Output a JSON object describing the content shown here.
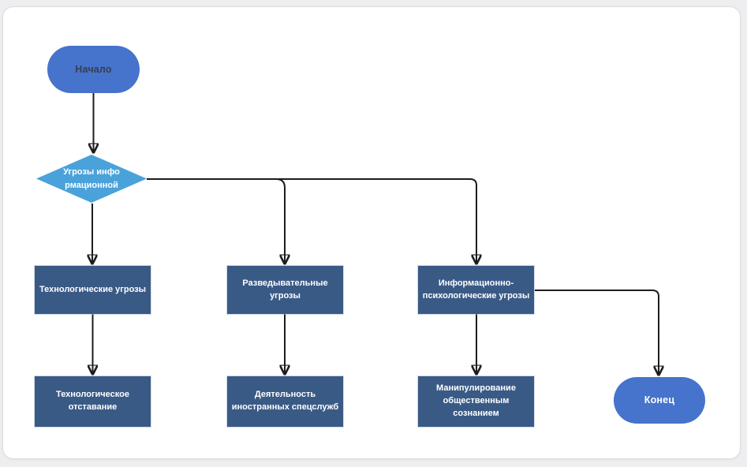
{
  "diagram": {
    "type": "flowchart",
    "nodes": {
      "start": {
        "label": "Начало",
        "shape": "terminal"
      },
      "decision": {
        "label": "Угрозы инфо\nрмационной",
        "shape": "decision"
      },
      "p1": {
        "label": "Технологические угрозы",
        "shape": "process"
      },
      "p2": {
        "label": "Разведывательные\nугрозы",
        "shape": "process"
      },
      "p3": {
        "label": "Информационно-\nпсихологические угрозы",
        "shape": "process"
      },
      "p4": {
        "label": "Технологическое\nотставание",
        "shape": "process"
      },
      "p5": {
        "label": "Деятельность\nиностранных спецслужб",
        "shape": "process"
      },
      "p6": {
        "label": "Манипулирование\nобщественным сознанием",
        "shape": "process"
      },
      "end": {
        "label": "Конец",
        "shape": "terminal"
      }
    },
    "edges": [
      {
        "from": "start",
        "to": "decision"
      },
      {
        "from": "decision",
        "to": "p1"
      },
      {
        "from": "decision",
        "to": "p2"
      },
      {
        "from": "decision",
        "to": "p3"
      },
      {
        "from": "p1",
        "to": "p4"
      },
      {
        "from": "p2",
        "to": "p5"
      },
      {
        "from": "p3",
        "to": "p6"
      },
      {
        "from": "p3",
        "to": "end"
      }
    ],
    "colors": {
      "terminal_fill": "#4673cb",
      "decision_fill": "#4aa2da",
      "process_fill": "#3a5a86",
      "process_text": "#ffffff",
      "start_text": "#333f50",
      "end_text": "#ffffff",
      "connector": "#1d1d1d"
    }
  }
}
